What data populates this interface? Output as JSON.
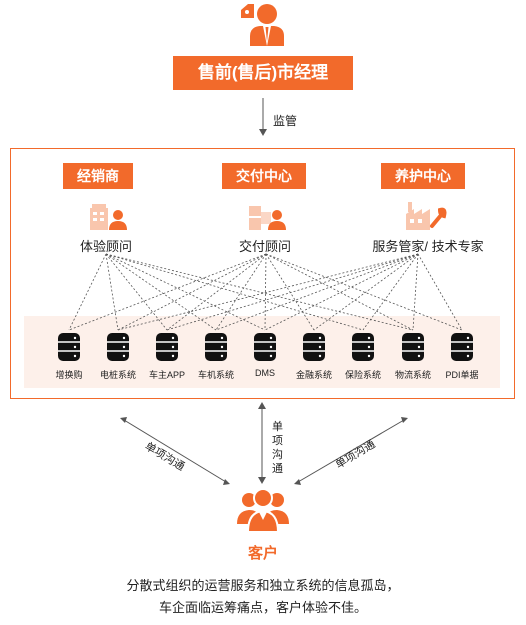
{
  "top": {
    "title": "售前(售后)市经理",
    "supervise": "监管"
  },
  "departments": [
    {
      "name": "经销商",
      "role": "体验顾问",
      "icon": "building-person-icon"
    },
    {
      "name": "交付中心",
      "role": "交付顾问",
      "icon": "boxes-person-icon"
    },
    {
      "name": "养护中心",
      "role": "服务管家/ 技术专家",
      "icon": "factory-wrench-icon"
    }
  ],
  "systems": [
    "增换购",
    "电桩系统",
    "车主APP",
    "车机系统",
    "DMS",
    "金融系统",
    "保险系统",
    "物流系统",
    "PDI单据"
  ],
  "communication": {
    "left": "单项沟通",
    "center": [
      "单",
      "项",
      "沟",
      "通"
    ],
    "right": "单项沟通"
  },
  "customer": {
    "label": "客户",
    "icon": "customer-group-icon"
  },
  "description": [
    "分散式组织的运营服务和独立系统的信息孤岛，",
    "车企面临运筹痛点，客户体验不佳。"
  ],
  "colors": {
    "accent": "#f26a2b",
    "band": "#fdf0ea"
  }
}
